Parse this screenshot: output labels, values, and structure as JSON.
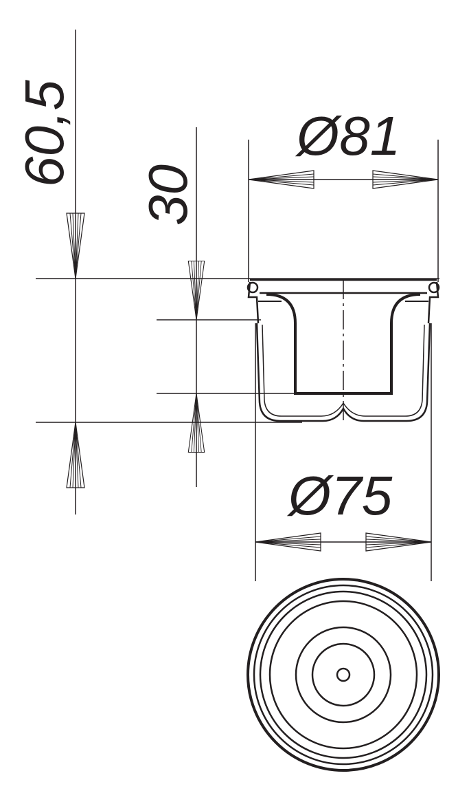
{
  "drawing": {
    "type": "technical-drawing",
    "subject": "drain cup / strainer section and top view",
    "line_color": "#231f20",
    "background": "#ffffff"
  },
  "dimensions": {
    "total_height": {
      "label": "60,5",
      "orientation": "vertical"
    },
    "inner_depth": {
      "label": "30",
      "orientation": "vertical"
    },
    "outer_diameter": {
      "label": "Ø81",
      "orientation": "horizontal"
    },
    "body_diameter": {
      "label": "Ø75",
      "orientation": "horizontal"
    }
  },
  "views": {
    "section": {
      "name": "side-section-view"
    },
    "top": {
      "name": "top-view",
      "rings": 7
    }
  }
}
